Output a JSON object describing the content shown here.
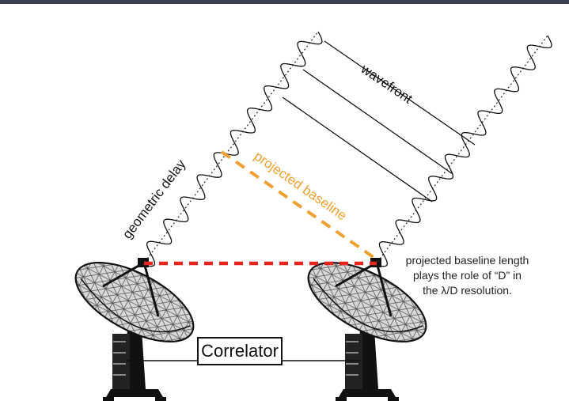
{
  "labels": {
    "wavefront": "wavefront",
    "geometric_delay": "geometric delay",
    "projected_baseline": "projected baseline",
    "correlator": "Correlator",
    "note_lines": [
      "projected baseline length",
      "plays the role of “D” in",
      "the λ/D resolution."
    ]
  },
  "colors": {
    "projected_baseline": "#f0a030",
    "baseline": "#e8251c",
    "ink": "#111111",
    "frame": "#3a4150"
  },
  "icons": [
    "radio-dish-left-icon",
    "radio-dish-right-icon"
  ]
}
